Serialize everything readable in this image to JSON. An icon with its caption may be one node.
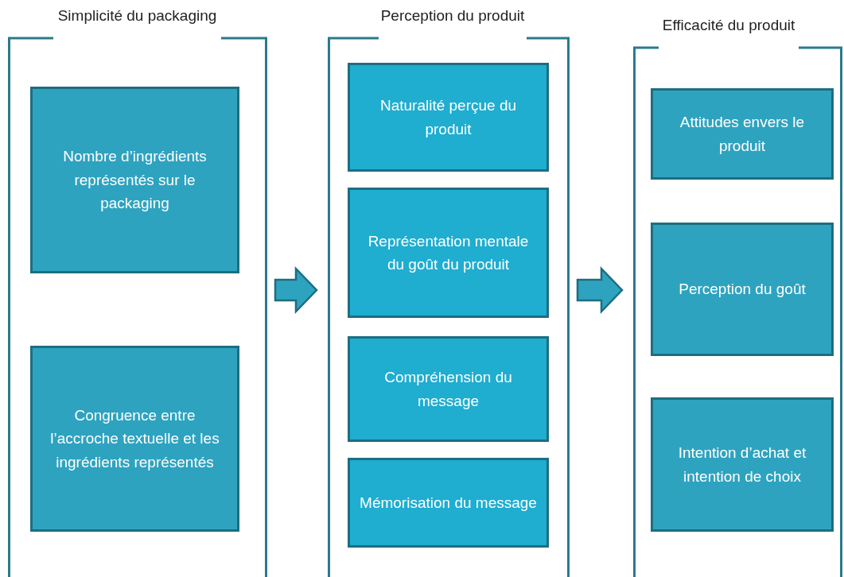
{
  "diagram": {
    "nodes": [
      {
        "text": [
          "Simplicité du packaging"
        ]
      },
      {
        "text": [
          "Nombre d’ingrédients représentés sur le packaging"
        ],
        "in": 0
      },
      {
        "text": [
          "Congruence entre l’accroche textuelle et les ingrédients représentés"
        ],
        "in": 0
      },
      {
        "text": [
          "Perception du produit"
        ]
      },
      {
        "text": [
          "Naturalité perçue du produit"
        ],
        "in": 3
      },
      {
        "text": [
          "Représentation mentale du goût du produit"
        ],
        "in": 3
      },
      {
        "text": [
          "Compréhension du message"
        ],
        "in": 3
      },
      {
        "text": [
          "Mémorisation du message"
        ],
        "in": 3
      },
      {
        "text": [
          "Efficacité du produit"
        ]
      },
      {
        "text": [
          "Attitudes envers le produit"
        ],
        "in": 8
      },
      {
        "text": [
          "Perception du goût"
        ],
        "in": 8
      },
      {
        "text": [
          "Intention d’achat et intention de choix"
        ],
        "in": 8
      }
    ],
    "edges": [
      {
        "from": 0,
        "to": 3,
        "arrow": "to",
        "style": "thick"
      },
      {
        "from": 3,
        "to": 8,
        "arrow": "to",
        "style": "thick"
      }
    ]
  }
}
